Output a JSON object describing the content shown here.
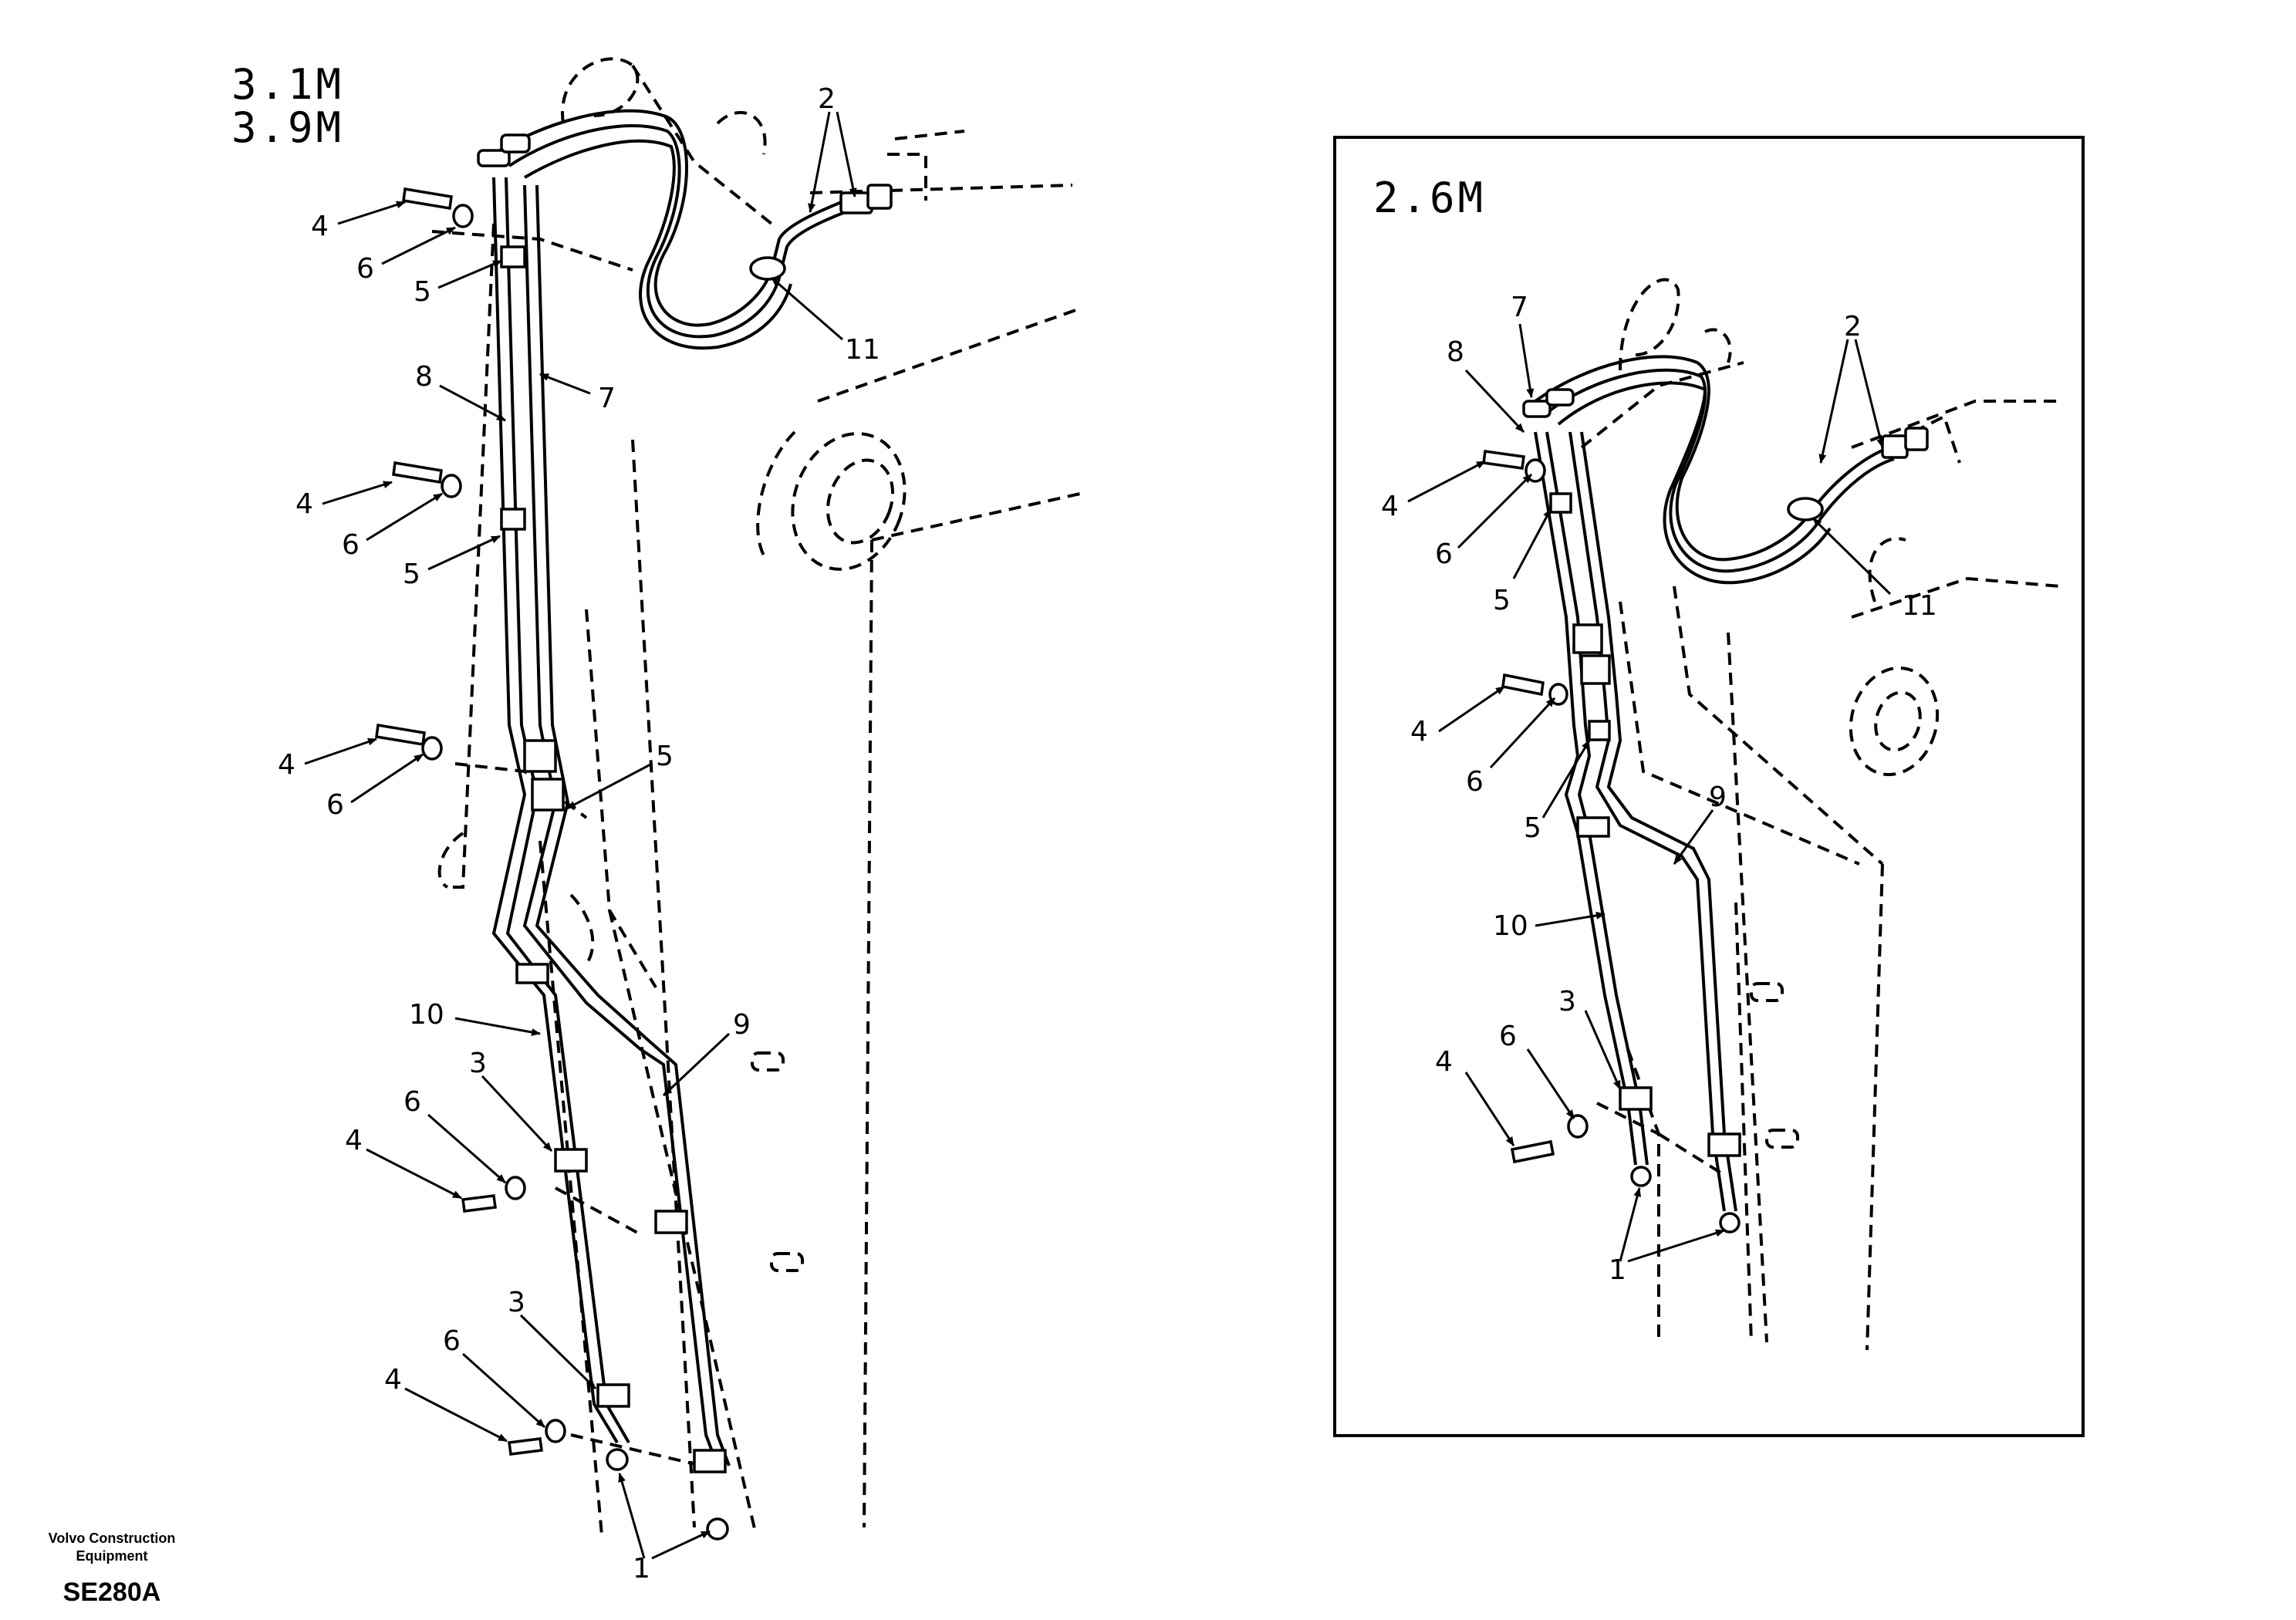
{
  "main_view": {
    "size_labels": [
      "3.1M",
      "3.9M"
    ],
    "callouts": {
      "c2": "2",
      "c4a": "4",
      "c6a": "6",
      "c5a": "5",
      "c8": "8",
      "c7": "7",
      "c11": "11",
      "c4b": "4",
      "c6b": "6",
      "c5b": "5",
      "c4c": "4",
      "c6c": "6",
      "c5c": "5",
      "c10": "10",
      "c9": "9",
      "c3a": "3",
      "c6d": "6",
      "c4d": "4",
      "c3b": "3",
      "c6e": "6",
      "c4e": "4",
      "c1": "1"
    }
  },
  "inset_view": {
    "size_label": "2.6M",
    "callouts": {
      "c7": "7",
      "c8": "8",
      "c2": "2",
      "c4a": "4",
      "c6a": "6",
      "c5a": "5",
      "c11": "11",
      "c4b": "4",
      "c6b": "6",
      "c5b": "5",
      "c9": "9",
      "c10": "10",
      "c3": "3",
      "c6c": "6",
      "c4c": "4",
      "c1": "1"
    }
  },
  "footer": {
    "company_line1": "Volvo Construction",
    "company_line2": "Equipment",
    "drawing_code": "SE280A"
  }
}
